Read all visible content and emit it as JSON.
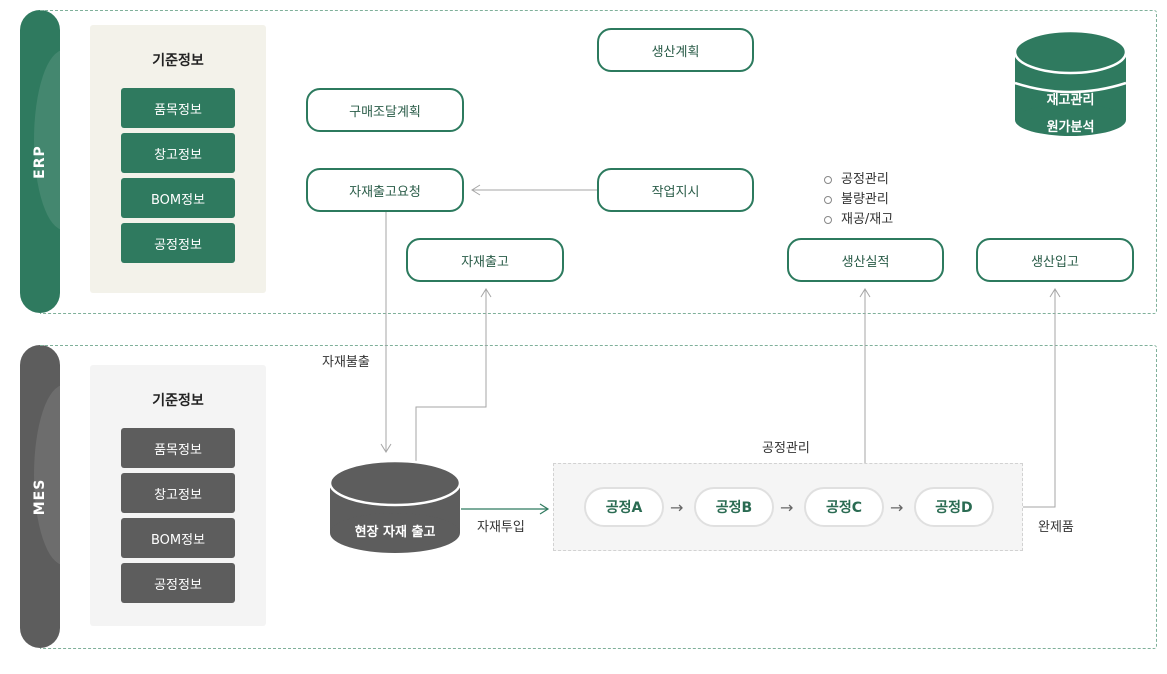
{
  "erp": {
    "band_label": "ERP",
    "master_data": {
      "title": "기준정보",
      "items": [
        "품목정보",
        "창고정보",
        "BOM정보",
        "공정정보"
      ]
    },
    "nodes": {
      "production_plan": "생산계획",
      "purchase_plan": "구매조달계획",
      "material_request": "자재출고요청",
      "work_order": "작업지시",
      "material_issue": "자재출고",
      "production_result": "생산실적",
      "production_receipt": "생산입고"
    },
    "db": {
      "line1": "재고관리",
      "line2": "원가분석"
    },
    "result_notes": [
      "공정관리",
      "불량관리",
      "재공/재고"
    ]
  },
  "mes": {
    "band_label": "MES",
    "master_data": {
      "title": "기준정보",
      "items": [
        "품목정보",
        "창고정보",
        "BOM정보",
        "공정정보"
      ]
    },
    "db": {
      "label": "현장 자재 출고"
    },
    "process_title": "공정관리",
    "processes": [
      "공정A",
      "공정B",
      "공정C",
      "공정D"
    ]
  },
  "labels": {
    "material_withdrawal": "자재불출",
    "material_input": "자재투입",
    "finished_goods": "완제품"
  },
  "colors": {
    "erp_green": "#2f7a5f",
    "mes_gray": "#5d5d5d",
    "panel_erp": "#f3f2ea",
    "panel_mes": "#f4f4f4"
  }
}
